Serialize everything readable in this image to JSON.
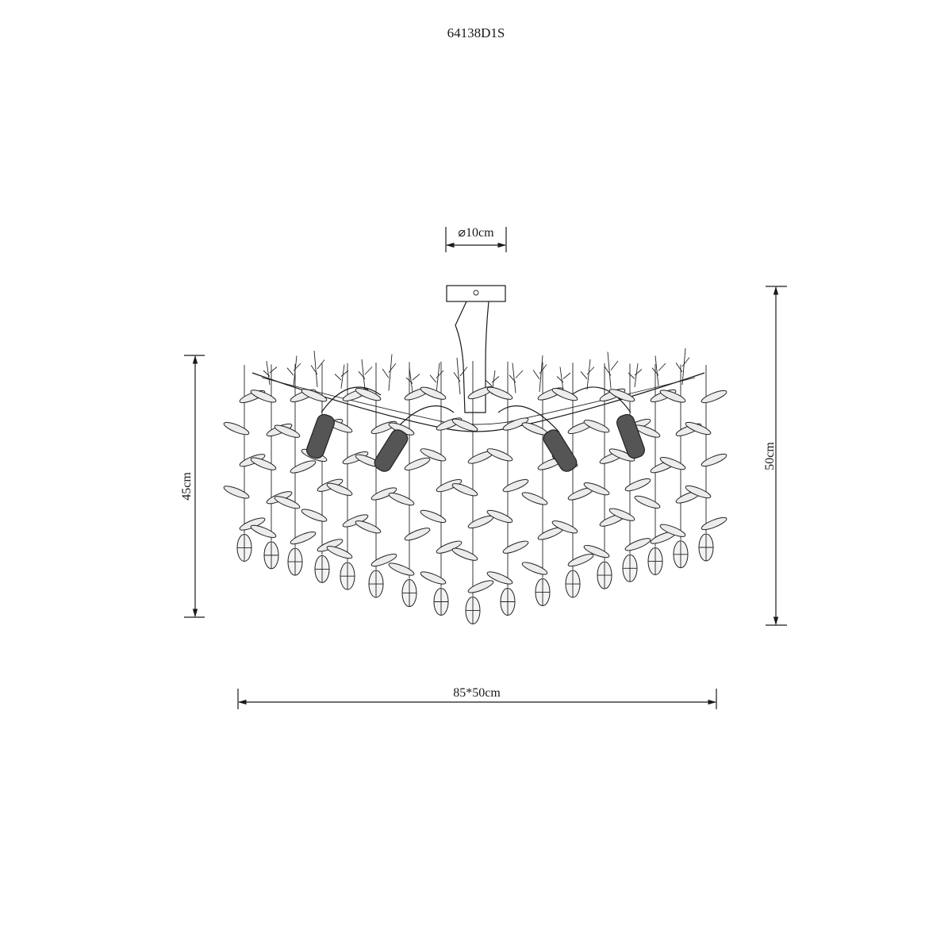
{
  "drawing": {
    "model_code": "64138D1S",
    "dimensions": {
      "canopy_diameter": "⌀10cm",
      "overall_height": "50cm",
      "body_height": "45cm",
      "width_depth": "85*50cm"
    },
    "colors": {
      "line": "#1a1a1a",
      "background": "#ffffff"
    }
  }
}
